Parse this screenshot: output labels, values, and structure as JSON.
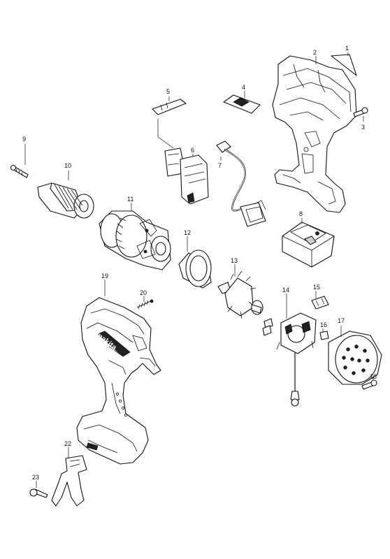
{
  "callouts": [
    {
      "part": "back-cover-plate",
      "label": "1"
    },
    {
      "part": "housing-set",
      "label": "2"
    },
    {
      "part": "tapping-screw-right",
      "label": "3"
    },
    {
      "part": "switch-knob",
      "label": "4"
    },
    {
      "part": "trigger-lever",
      "label": "5"
    },
    {
      "part": "switch",
      "label": "6"
    },
    {
      "part": "lead-wire-assembly",
      "label": "7"
    },
    {
      "part": "controller",
      "label": "8"
    },
    {
      "part": "chuck-screw",
      "label": "9"
    },
    {
      "part": "keyless-chuck",
      "label": "10"
    },
    {
      "part": "gear-assembly",
      "label": "11"
    },
    {
      "part": "stator",
      "label": "12"
    },
    {
      "part": "rotor",
      "label": "13"
    },
    {
      "part": "brush-holder",
      "label": "14"
    },
    {
      "part": "carbon-brush-clip",
      "label": "15"
    },
    {
      "part": "carbon-brush",
      "label": "16"
    },
    {
      "part": "rear-cover",
      "label": "17"
    },
    {
      "part": "rear-cover-screw",
      "label": "18"
    },
    {
      "part": "housing-left",
      "label": "19"
    },
    {
      "part": "spring",
      "label": "20"
    },
    {
      "part": "belt-hook",
      "label": "22"
    },
    {
      "part": "hook-screw",
      "label": "23"
    }
  ],
  "logo_text": "makita"
}
